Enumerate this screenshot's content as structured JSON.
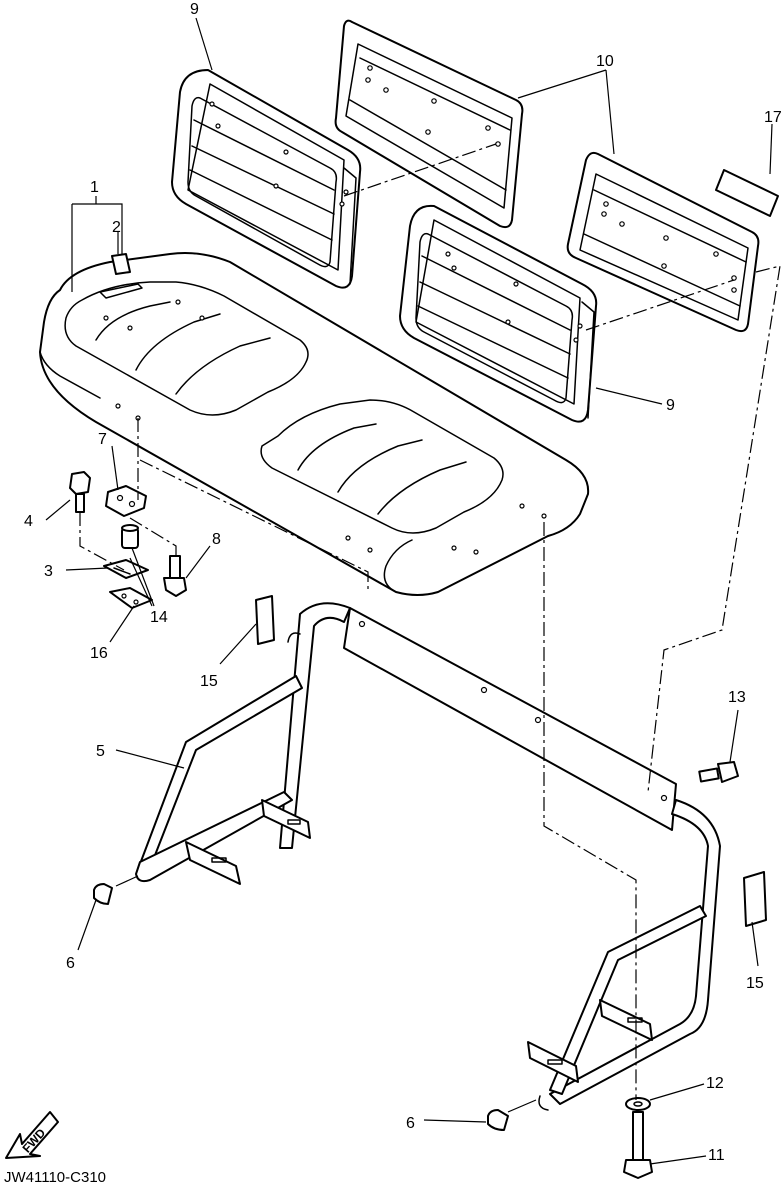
{
  "diagram": {
    "code": "JW41110-C310",
    "fwd_label": "FWD",
    "callouts": {
      "c1": "1",
      "c2": "2",
      "c3": "3",
      "c4": "4",
      "c5": "5",
      "c6a": "6",
      "c6b": "6",
      "c7": "7",
      "c8": "8",
      "c9a": "9",
      "c9b": "9",
      "c10": "10",
      "c11": "11",
      "c12": "12",
      "c13": "13",
      "c14": "14",
      "c15a": "15",
      "c15b": "15",
      "c16": "16",
      "c17": "17"
    }
  }
}
